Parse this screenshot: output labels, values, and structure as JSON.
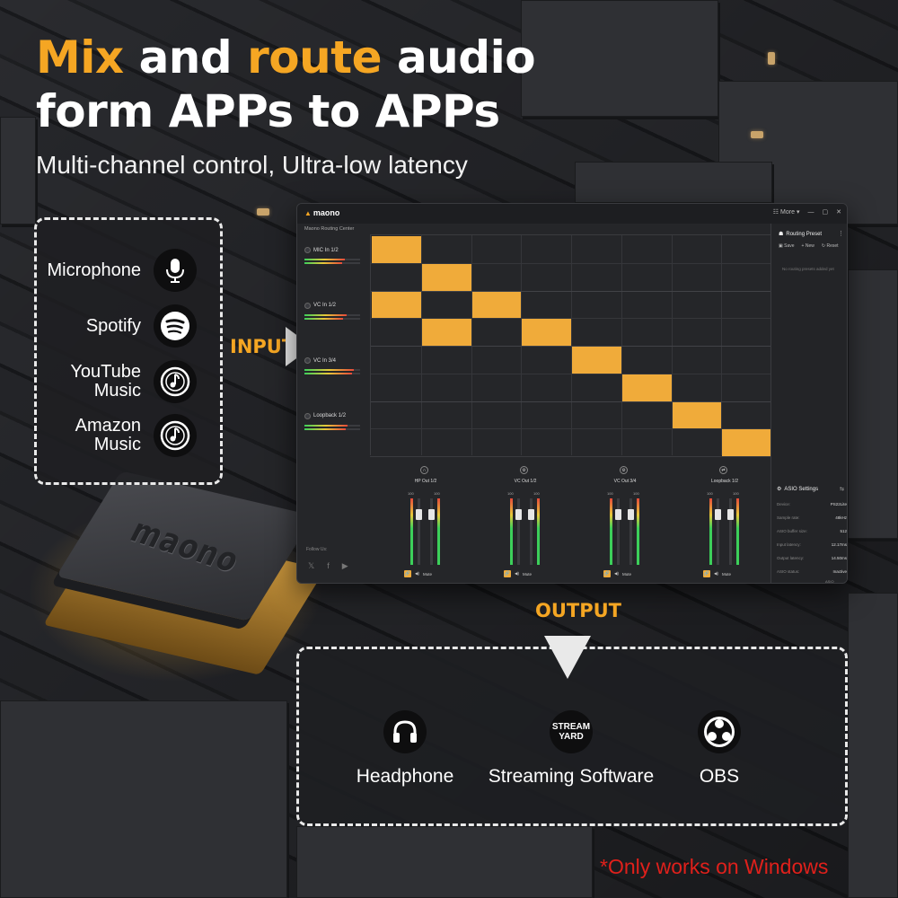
{
  "headline": {
    "line1_w1": "Mix",
    "line1_w2": " and ",
    "line1_w3": "route",
    "line1_w4": " audio",
    "line2": "form APPs to APPs"
  },
  "subtitle": "Multi-channel control, Ultra-low latency",
  "input": {
    "label": "INPUT",
    "sources": [
      {
        "label": "Microphone",
        "icon": "microphone-icon"
      },
      {
        "label": "Spotify",
        "icon": "spotify-icon"
      },
      {
        "label": "YouTube Music",
        "label_l1": "YouTube",
        "label_l2": "Music",
        "icon": "music-note-icon"
      },
      {
        "label": "Amazon Music",
        "label_l1": "Amazon",
        "label_l2": "Music",
        "icon": "music-note-icon"
      }
    ]
  },
  "chip": {
    "logo": "maono"
  },
  "app": {
    "brand": "maono",
    "more": "More",
    "routing_center": "Maono Routing Center",
    "inputs": [
      {
        "name": "MIC In 1/2",
        "level1": 0.72,
        "level2": 0.68
      },
      {
        "name": "VC In 1/2",
        "level1": 0.75,
        "level2": 0.7
      },
      {
        "name": "VC In 3/4",
        "level1": 0.88,
        "level2": 0.85
      },
      {
        "name": "Loopback 1/2",
        "level1": 0.78,
        "level2": 0.74
      }
    ],
    "matrix": {
      "rows": 8,
      "cols": 8,
      "active": [
        [
          0,
          0
        ],
        [
          1,
          1
        ],
        [
          2,
          0
        ],
        [
          2,
          2
        ],
        [
          3,
          1
        ],
        [
          3,
          3
        ],
        [
          4,
          4
        ],
        [
          5,
          5
        ],
        [
          6,
          6
        ],
        [
          7,
          7
        ]
      ]
    },
    "routing_preset": {
      "title": "Routing Preset",
      "save": "Save",
      "new": "New",
      "reset": "Reset",
      "empty": "No routing presets added yet"
    },
    "asio": {
      "title": "ASIO Settings",
      "rows": [
        {
          "k": "Device:",
          "v": "PS22Lite"
        },
        {
          "k": "Sample rate:",
          "v": "48kHz"
        },
        {
          "k": "ASIO buffer size:",
          "v": "512"
        },
        {
          "k": "Input latency:",
          "v": "12.17ms"
        },
        {
          "k": "Output latency:",
          "v": "14.50ms"
        },
        {
          "k": "ASIO status:",
          "v": "Inactive"
        }
      ],
      "button": "ASIO"
    },
    "follow": "Follow Us:",
    "outputs": [
      {
        "name": "HP Out 1/2",
        "icon": "headphone-icon",
        "scale_l": "100",
        "scale_r": "100",
        "mute": "Mute",
        "level": 0.8
      },
      {
        "name": "VC Out 1/2",
        "icon": "gear-icon",
        "scale_l": "100",
        "scale_r": "100",
        "mute": "Mute",
        "level": 0.8
      },
      {
        "name": "VC Out 3/4",
        "icon": "gear-icon",
        "scale_l": "100",
        "scale_r": "100",
        "mute": "Mute",
        "level": 0.8
      },
      {
        "name": "Loopback 1/2",
        "icon": "loop-icon",
        "scale_l": "100",
        "scale_r": "100",
        "mute": "Mute",
        "level": 0.8
      }
    ]
  },
  "output": {
    "label": "OUTPUT",
    "destinations": [
      {
        "label": "Headphone",
        "icon": "headphone-icon"
      },
      {
        "label": "Streaming Software",
        "icon": "streamyard-icon",
        "icon_l1": "STREAM",
        "icon_l2": "YARD"
      },
      {
        "label": "OBS",
        "icon": "obs-icon"
      }
    ]
  },
  "note": "*Only works on Windows",
  "colors": {
    "accent": "#f5a623",
    "cell": "#f0ab3a",
    "note": "#e0201b"
  }
}
